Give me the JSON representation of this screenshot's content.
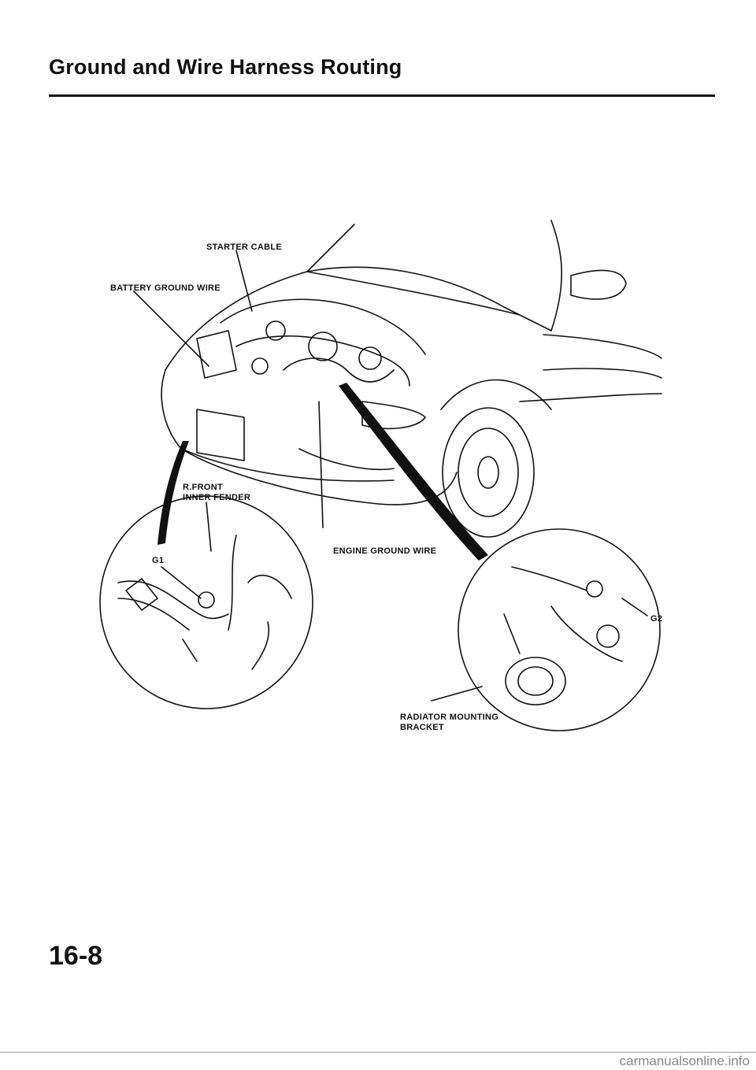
{
  "page": {
    "title": "Ground and Wire Harness Routing",
    "page_number": "16-8",
    "watermark": "carmanualsonline.info"
  },
  "labels": {
    "starter_cable": "STARTER CABLE",
    "battery_ground_wire": "BATTERY GROUND WIRE",
    "r_front_line1": "R.FRONT",
    "r_front_line2": "INNER FENDER",
    "engine_ground_wire": "ENGINE GROUND WIRE",
    "g1": "G1",
    "g2": "G2",
    "radiator_line1": "RADIATOR MOUNTING",
    "radiator_line2": "BRACKET"
  }
}
